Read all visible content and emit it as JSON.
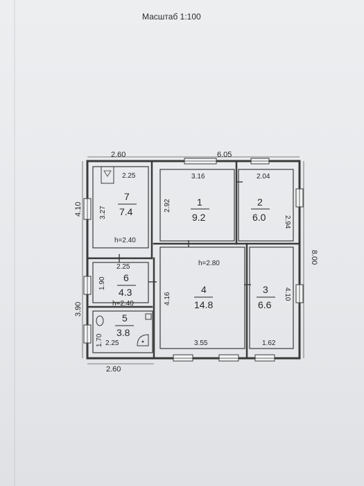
{
  "scale_label": "Масштаб 1:100",
  "dimensions": {
    "top_left": "2.60",
    "top_right": "6.05",
    "right_side": "8.00",
    "left_upper": "4.10",
    "left_lower": "3.90",
    "bottom_left": "2.60"
  },
  "rooms": [
    {
      "id": "7",
      "area": "7.4"
    },
    {
      "id": "1",
      "area": "9.2"
    },
    {
      "id": "2",
      "area": "6.0"
    },
    {
      "id": "6",
      "area": "4.3"
    },
    {
      "id": "4",
      "area": "14.8"
    },
    {
      "id": "3",
      "area": "6.6"
    },
    {
      "id": "5",
      "area": "3.8"
    }
  ],
  "inner_dims": {
    "r7_top": "2.25",
    "r7_side": "3.27",
    "r7_height": "h=2.40",
    "r1_top": "3.16",
    "r1_side": "2.92",
    "r2_top": "2.04",
    "r2_side": "2.94",
    "r6_top": "2.25",
    "r6_side": "1.90",
    "r6_height": "h=2.40",
    "r4_height": "h=2.80",
    "r4_side": "4.16",
    "r4_bottom": "3.55",
    "r3_side": "4.10",
    "r3_bottom": "1.62",
    "r5_side": "1.70",
    "r5_bottom": "2.25"
  }
}
